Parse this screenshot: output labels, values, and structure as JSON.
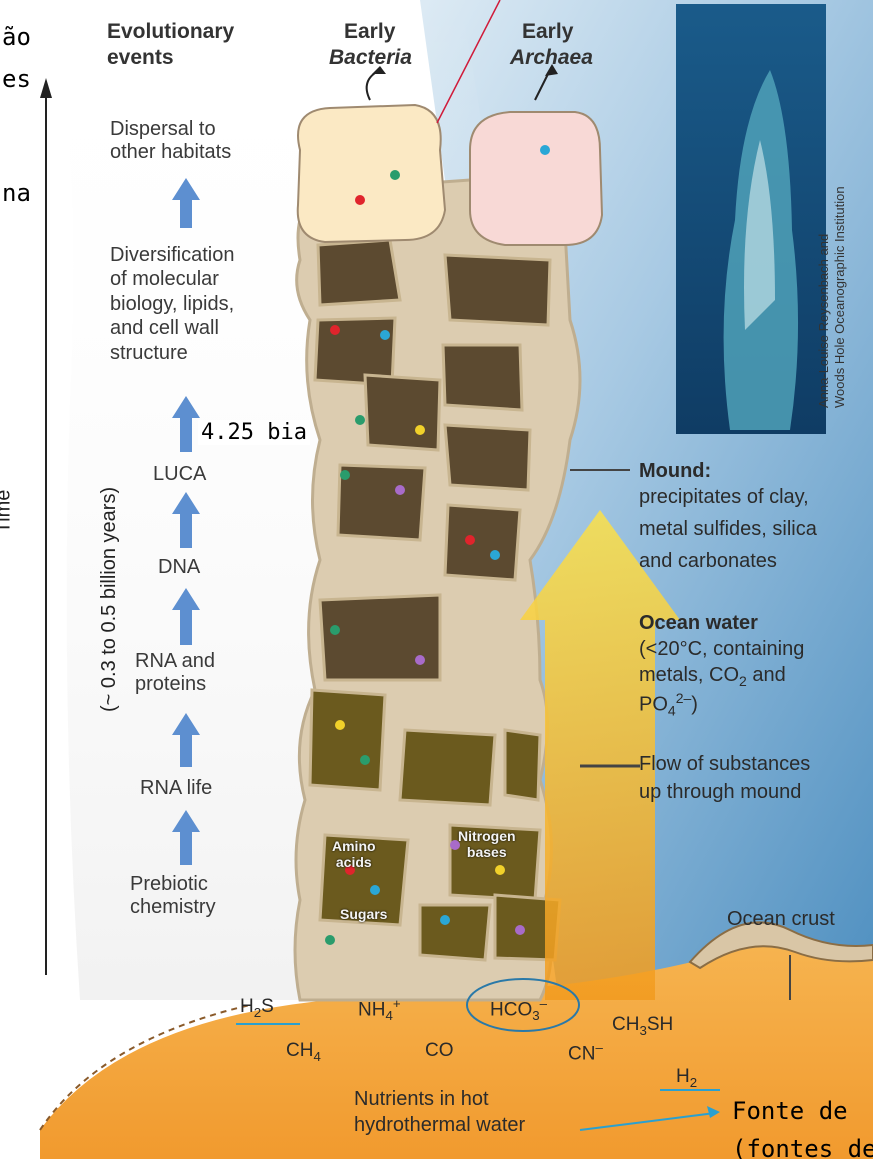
{
  "edge_text": {
    "line1": "ão",
    "line2": "es",
    "line3": "na"
  },
  "events_header": {
    "line1": "Evolutionary",
    "line2": "events"
  },
  "events": [
    {
      "text": "Dispersal to\nother habitats"
    },
    {
      "text": "Diversification\nof molecular\nbiology, lipids,\nand cell wall\nstructure"
    },
    {
      "text": "LUCA"
    },
    {
      "text": "DNA"
    },
    {
      "text": "RNA and\nproteins"
    },
    {
      "text": "RNA life"
    },
    {
      "text": "Prebiotic\nchemistry"
    }
  ],
  "time_axis": {
    "label": "Time",
    "range": "(~ 0.3 to 0.5 billion years)"
  },
  "bacteria": {
    "line1": "Early",
    "line2": "Bacteria"
  },
  "archaea": {
    "line1": "Early",
    "line2": "Archaea"
  },
  "annotation_bia": "4.25 bia",
  "photo_credit": {
    "line1": "Anna-Louise Reysenbach and",
    "line2": "Woods Hole Oceanographic Institution"
  },
  "mound": {
    "title": "Mound:",
    "line1": "precipitates of clay,",
    "line2": "metal sulfides, silica",
    "line3": "and carbonates"
  },
  "ocean_water": {
    "title": "Ocean water",
    "line1": "(<20°C, containing",
    "line2_a": "metals, CO",
    "line2_sub": "2",
    "line2_b": " and",
    "line3_a": "PO",
    "line3_sub": "4",
    "line3_sup": "2–",
    "line3_b": ")"
  },
  "flow": {
    "line1": "Flow of substances",
    "line2": "up through mound"
  },
  "ocean_crust": "Ocean crust",
  "inset_labels": {
    "amino": "Amino\nacids",
    "nitrogen": "Nitrogen\nbases",
    "sugars": "Sugars"
  },
  "molecules": {
    "h2s": {
      "a": "H",
      "sub": "2",
      "b": "S"
    },
    "nh4": {
      "a": "NH",
      "sub": "4",
      "sup": "+"
    },
    "hco3": {
      "a": "HCO",
      "sub": "3",
      "sup": "–"
    },
    "ch3sh": {
      "a": "CH",
      "sub": "3",
      "b": "SH"
    },
    "ch4": {
      "a": "CH",
      "sub": "4"
    },
    "co": "CO",
    "cn": {
      "a": "CN",
      "sup": "–"
    },
    "h2": {
      "a": "H",
      "sub": "2"
    }
  },
  "nutrients": {
    "line1": "Nutrients in hot",
    "line2": "hydrothermal water"
  },
  "fonte": {
    "line1": "Fonte de",
    "line2": "(fontes de"
  },
  "colors": {
    "vent_orange": "#f2a640",
    "ocean_blue": "#5f9cc8",
    "mound_tan": "#d8c8ac",
    "flow_yellow": "#f7c51a",
    "event_arrow": "#5d8fd0",
    "annotation_red": "#d01b3a",
    "annotation_blue": "#2aa0d0"
  }
}
